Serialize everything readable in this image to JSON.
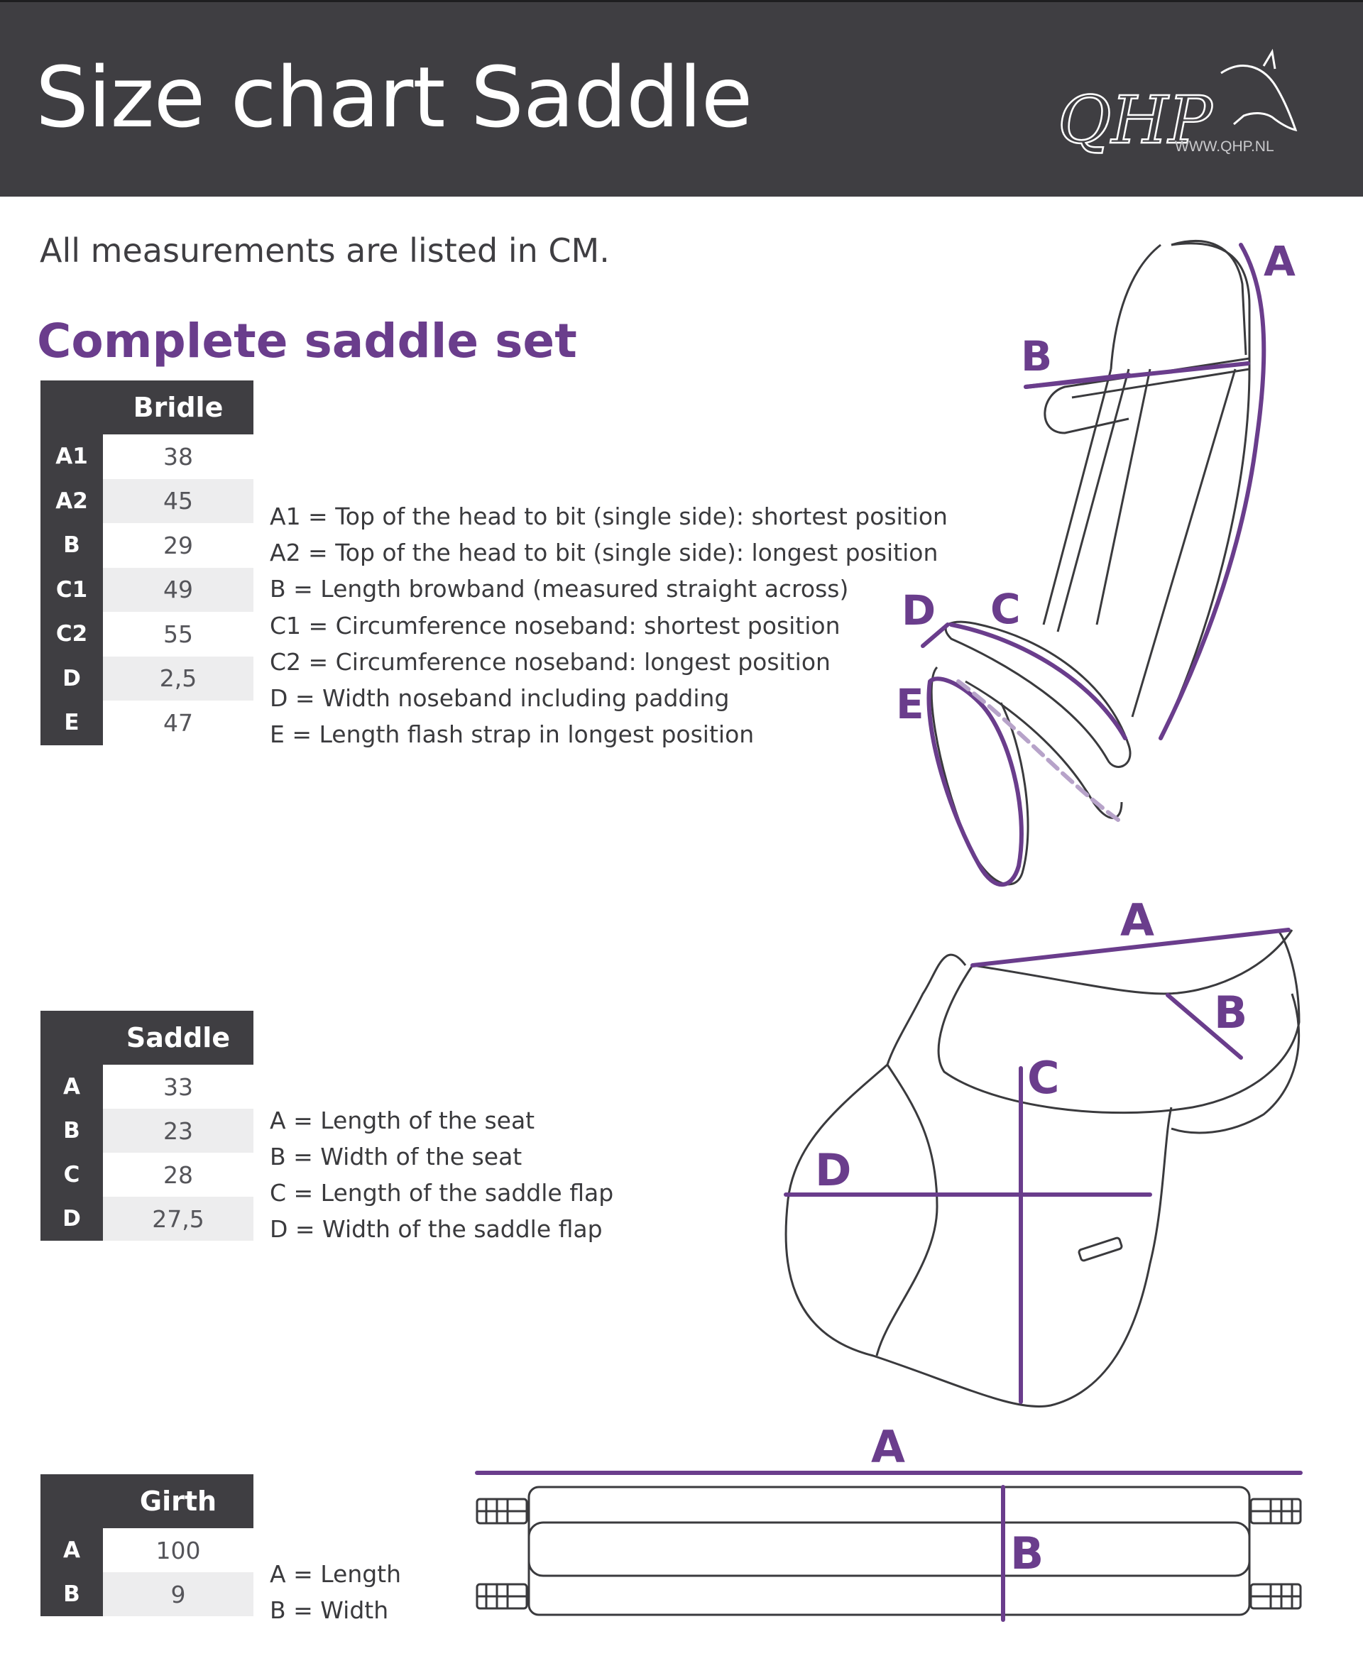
{
  "header": {
    "title": "Size chart Saddle",
    "logo_text": "QHP",
    "logo_url": "WWW.QHP.NL"
  },
  "subtitle": "All measurements are listed in CM.",
  "section_title": "Complete saddle set",
  "colors": {
    "header_bg": "#3f3e42",
    "accent": "#6a3d8c",
    "row_shade": "#ededee"
  },
  "bridle": {
    "header": "Bridle",
    "rows": [
      {
        "code": "A1",
        "value": "38"
      },
      {
        "code": "A2",
        "value": "45"
      },
      {
        "code": "B",
        "value": "29"
      },
      {
        "code": "C1",
        "value": "49"
      },
      {
        "code": "C2",
        "value": "55"
      },
      {
        "code": "D",
        "value": "2,5"
      },
      {
        "code": "E",
        "value": "47"
      }
    ],
    "legend": [
      "A1  = Top of the head to bit (single side): shortest position",
      "A2 = Top of the head to  bit (single side): longest position",
      "B   = Length browband (measured straight across)",
      "C1  = Circumference noseband: shortest position",
      "C2 = Circumference noseband: longest position",
      "D   = Width noseband including padding",
      "E   = Length flash strap in longest position"
    ],
    "diagram_labels": {
      "a": "A",
      "b": "B",
      "c": "C",
      "d": "D",
      "e": "E"
    }
  },
  "saddle": {
    "header": "Saddle",
    "rows": [
      {
        "code": "A",
        "value": "33"
      },
      {
        "code": "B",
        "value": "23"
      },
      {
        "code": "C",
        "value": "28"
      },
      {
        "code": "D",
        "value": "27,5"
      }
    ],
    "legend": [
      "A = Length of the seat",
      "B = Width of the seat",
      "C = Length of the saddle flap",
      "D = Width of the saddle flap"
    ],
    "diagram_labels": {
      "a": "A",
      "b": "B",
      "c": "C",
      "d": "D"
    }
  },
  "girth": {
    "header": "Girth",
    "rows": [
      {
        "code": "A",
        "value": "100"
      },
      {
        "code": "B",
        "value": "9"
      }
    ],
    "legend": [
      "A = Length",
      "B = Width"
    ],
    "diagram_labels": {
      "a": "A",
      "b": "B"
    }
  }
}
